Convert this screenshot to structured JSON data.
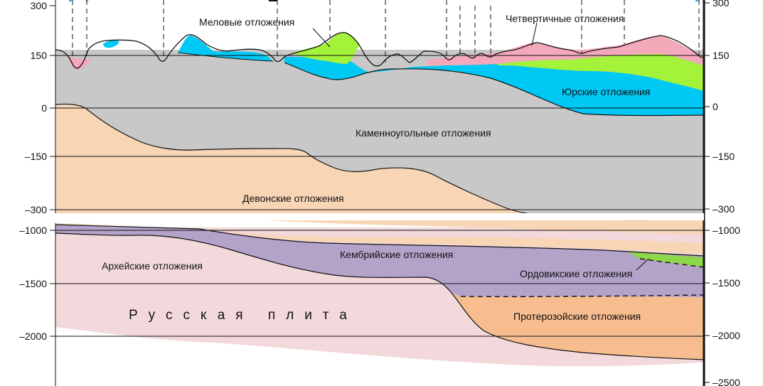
{
  "colors": {
    "quaternary": "#f4a9bb",
    "cretaceous": "#a4f23a",
    "jurassic": "#00c8f5",
    "carboniferous": "#c8c8c8",
    "devonian": "#f8d5b5",
    "cambrian": "#b3a3c9",
    "ordovician": "#8ed64a",
    "proterozoic": "#f7bd8f",
    "archean": "#f3d9db",
    "outline": "#111111",
    "water": "#3aa0e0"
  },
  "axis": {
    "left_ticks": [
      "300",
      "150",
      "0",
      "–150",
      "–300",
      "–1000",
      "–1500",
      "–2000"
    ],
    "right_ticks": [
      "300",
      "150",
      "0",
      "–150",
      "–300",
      "–1000",
      "–1500",
      "–2000",
      "–2500"
    ]
  },
  "labels": {
    "cretaceous": "Меловые отложения",
    "quaternary": "Четвертичные отложения",
    "jurassic": "Юрские отложения",
    "carboniferous": "Каменноугольные отложения",
    "devonian": "Девонские отложения",
    "cambrian": "Кембрийские отложения",
    "archean": "Архейские отложения",
    "ordovician": "Ордовикские отложения",
    "proterozoic": "Протерозойские отложения",
    "plate": "Русская плита"
  }
}
